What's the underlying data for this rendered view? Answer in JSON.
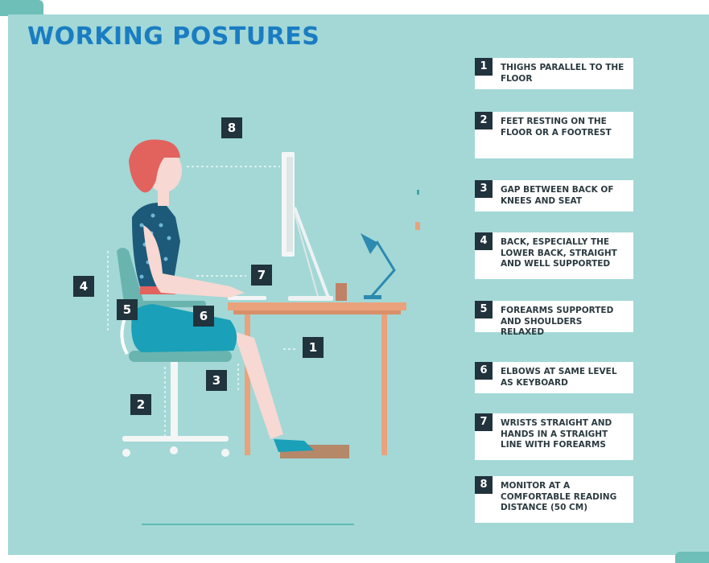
{
  "title": "WORKING POSTURES",
  "legend": [
    {
      "num": "1",
      "text": "THIGHS PARALLEL TO THE FLOOR"
    },
    {
      "num": "2",
      "text": "FEET RESTING ON THE FLOOR OR A FOOTREST"
    },
    {
      "num": "3",
      "text": "GAP BETWEEN BACK OF KNEES AND SEAT"
    },
    {
      "num": "4",
      "text": "BACK, ESPECIALLY THE LOWER BACK, STRAIGHT AND WELL SUPPORTED"
    },
    {
      "num": "5",
      "text": "FOREARMS SUPPORTED AND SHOULDERS RELAXED"
    },
    {
      "num": "6",
      "text": "ELBOWS AT SAME LEVEL AS KEYBOARD"
    },
    {
      "num": "7",
      "text": "WRISTS STRAIGHT AND HANDS IN A STRAIGHT LINE WITH FOREARMS"
    },
    {
      "num": "8",
      "text": "MONITOR AT A COMFORTABLE READING DISTANCE (50 CM)"
    }
  ],
  "badges": {
    "b1": "1",
    "b2": "2",
    "b3": "3",
    "b4": "4",
    "b5": "5",
    "b6": "6",
    "b7": "7",
    "b8": "8"
  },
  "colors": {
    "background": "#a3d8d6",
    "title": "#1a7dc2",
    "badge": "#21333d",
    "desk": "#e9a27c",
    "chair": "#6ab4b0",
    "skirt": "#1aa0b8",
    "hair": "#e2625e",
    "skin": "#f7d8d2"
  }
}
